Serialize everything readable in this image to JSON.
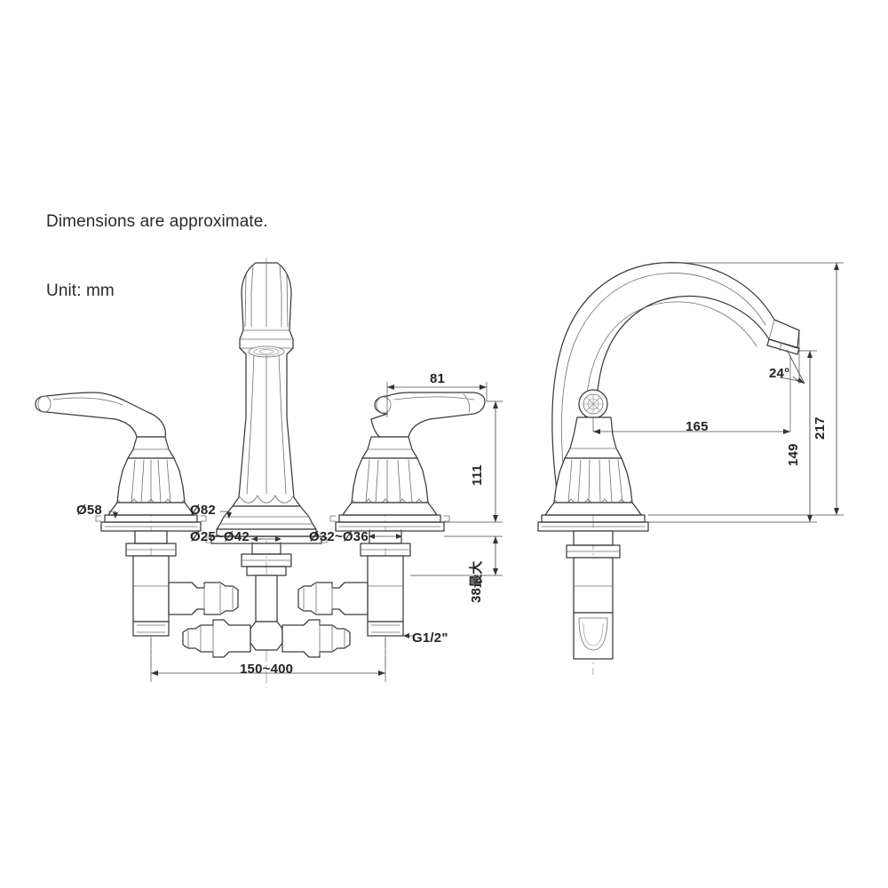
{
  "document": {
    "type": "technical-dimension-drawing",
    "subject": "Widespread basin faucet (3-hole lavatory tap)",
    "views": [
      "front elevation",
      "side elevation"
    ]
  },
  "notes": {
    "line1": "Dimensions are approximate.",
    "line2": "Unit: mm"
  },
  "dimensions": {
    "handle_escutcheon_diameter": "Ø58",
    "spout_base_diameter": "Ø82",
    "spout_shank_hole_range": "Ø25~Ø42",
    "handle_shank_hole_range": "Ø32~Ø36",
    "handle_length": "81",
    "handle_height": "111",
    "deck_thickness_max": "38最大",
    "spread_range": "150~400",
    "inlet_thread": "G1/2\"",
    "spout_reach": "165",
    "spout_outlet_height": "149",
    "overall_height": "217",
    "outlet_angle": "24°"
  },
  "colors": {
    "line": "#3a3a3a",
    "thin_line": "#6e6e6e",
    "centerline": "#9a9a9a",
    "dimension": "#4a4a4a",
    "text": "#232323",
    "background": "#ffffff"
  }
}
